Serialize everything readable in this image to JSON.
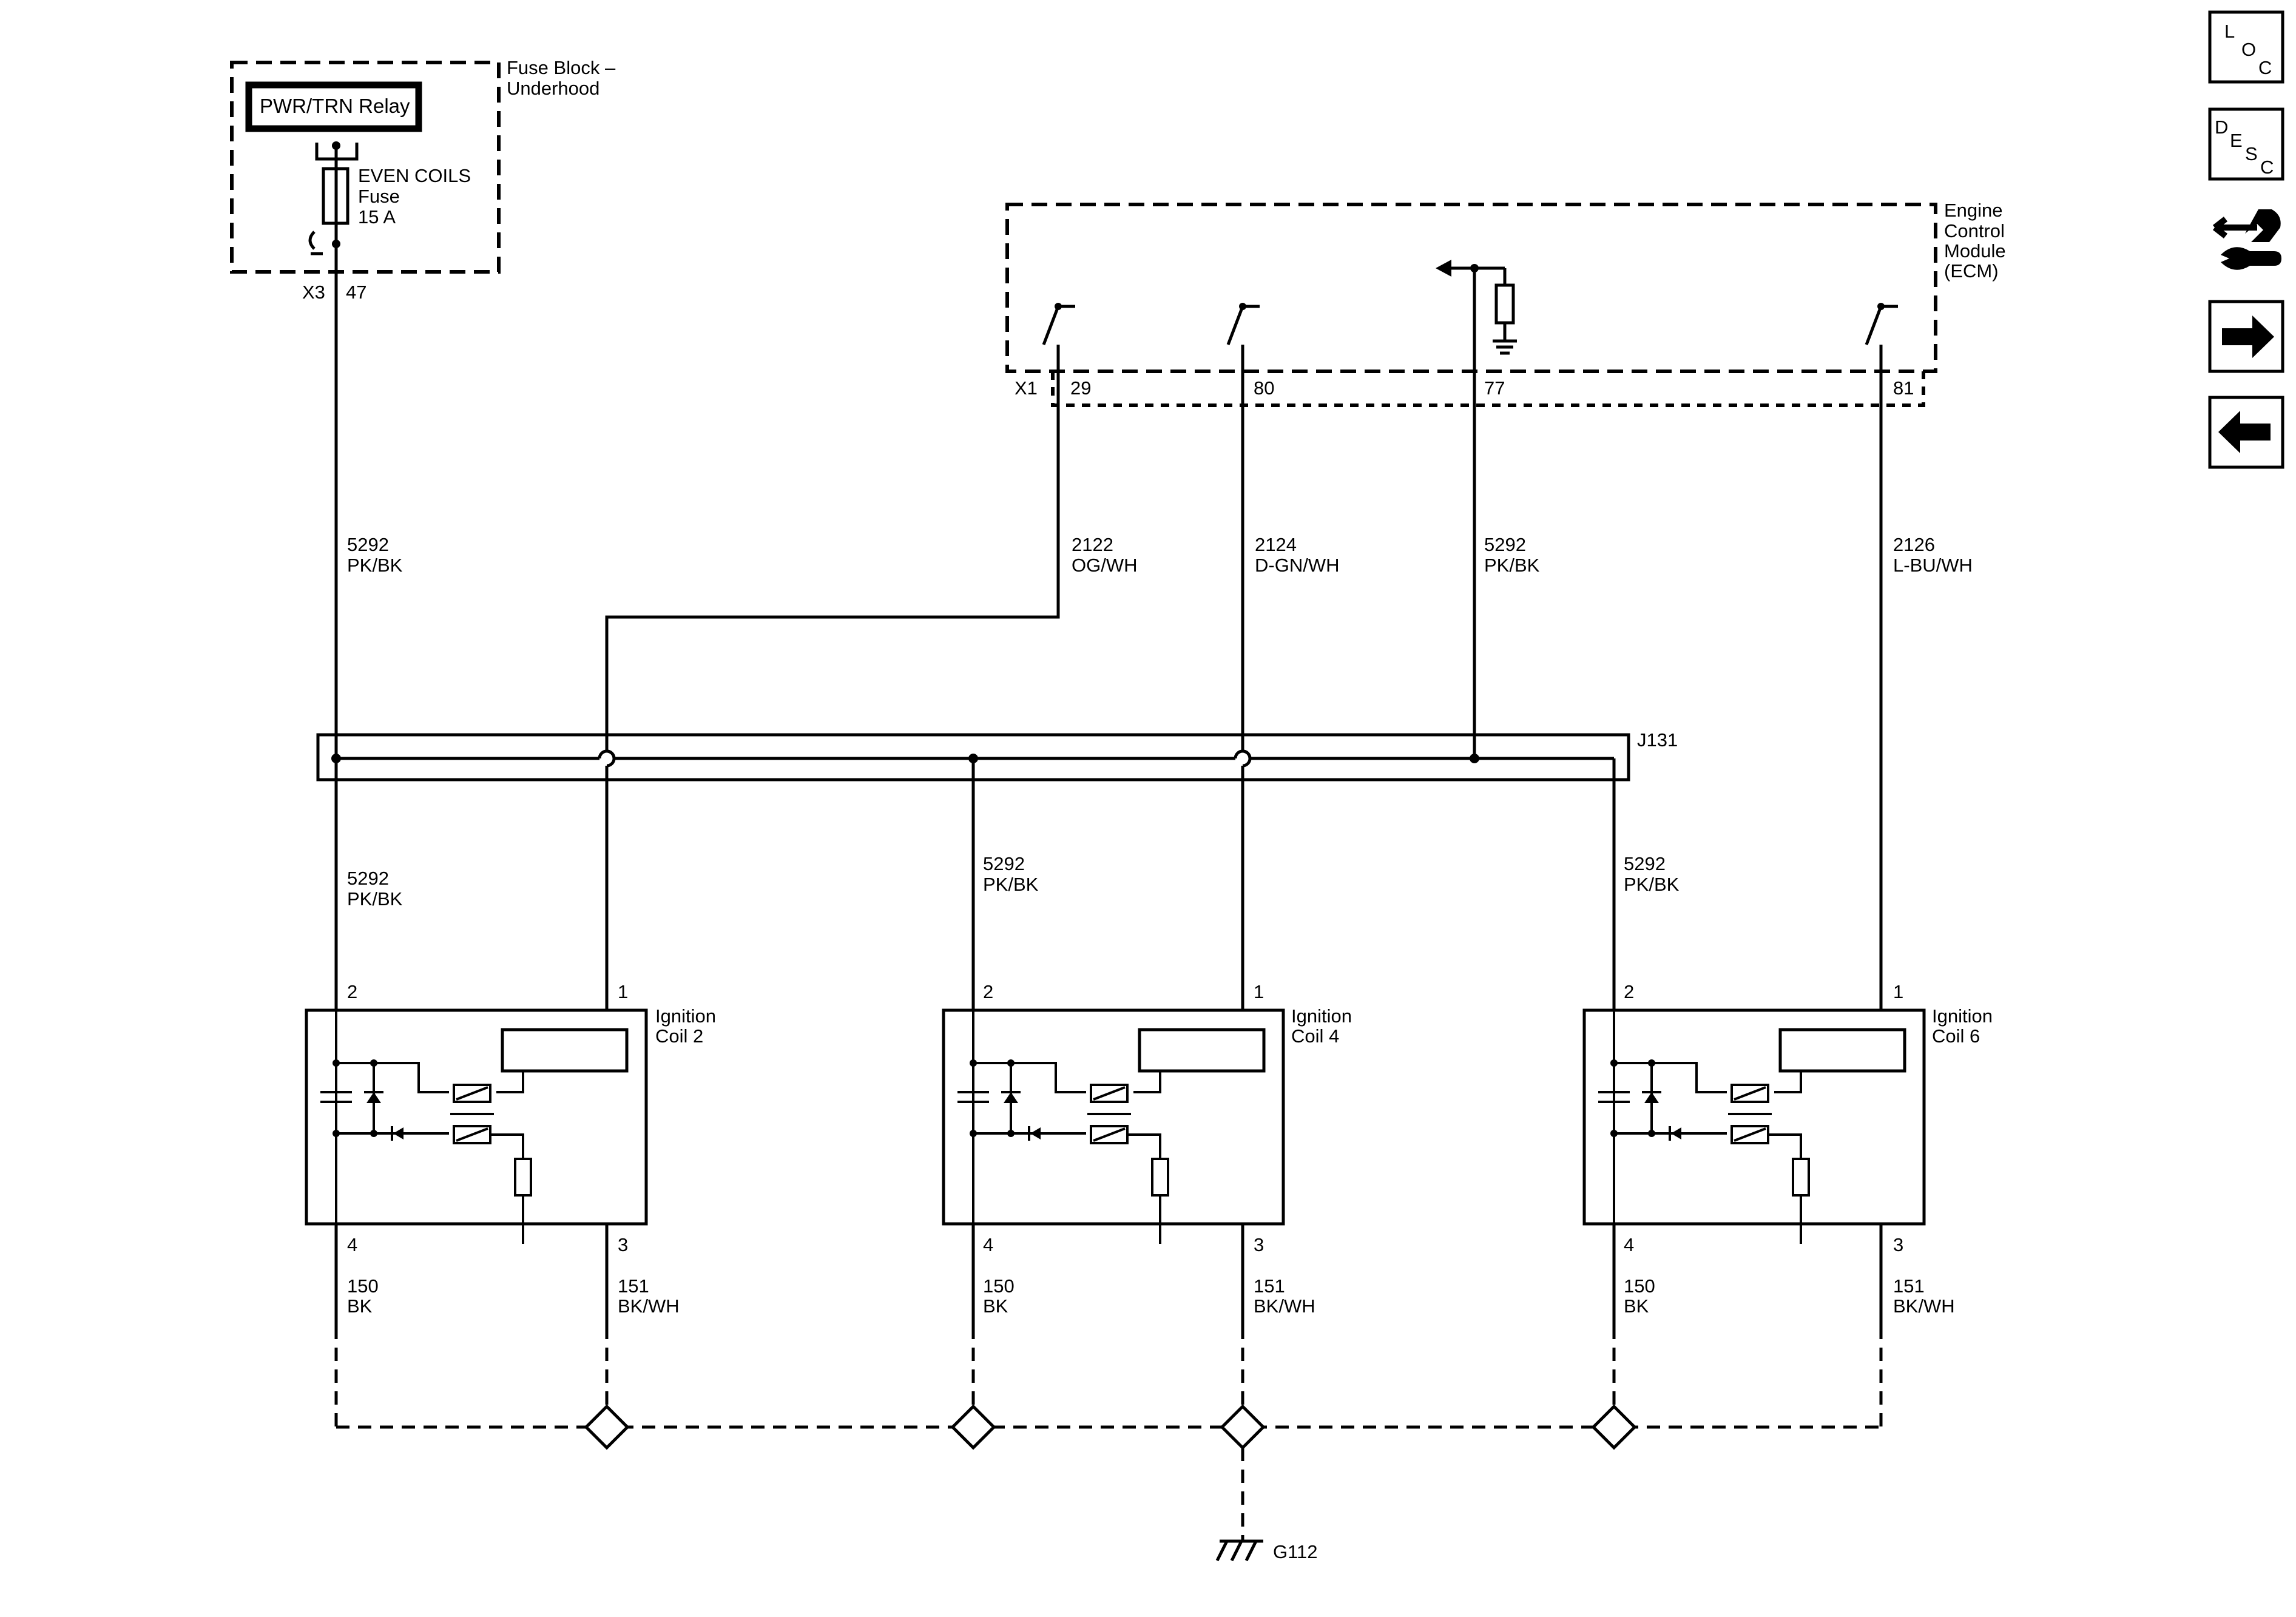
{
  "fuse_block": {
    "title_line1": "Fuse Block –",
    "title_line2": "Underhood",
    "relay_label": "PWR/TRN Relay",
    "fuse_name": "EVEN COILS",
    "fuse_word": "Fuse",
    "fuse_rating": "15 A",
    "connector": "X3",
    "pin": "47"
  },
  "ecm": {
    "title_line1": "Engine",
    "title_line2": "Control",
    "title_line3": "Module",
    "title_line4": "(ECM)",
    "connector": "X1",
    "pins": [
      "29",
      "80",
      "77",
      "81"
    ]
  },
  "wires": {
    "feed": {
      "circuit": "5292",
      "color": "PK/BK"
    },
    "ecm_29": {
      "circuit": "2122",
      "color": "OG/WH"
    },
    "ecm_80": {
      "circuit": "2124",
      "color": "D-GN/WH"
    },
    "ecm_77": {
      "circuit": "5292",
      "color": "PK/BK"
    },
    "ecm_81": {
      "circuit": "2126",
      "color": "L-BU/WH"
    },
    "coil_feed": {
      "circuit": "5292",
      "color": "PK/BK"
    },
    "ground": {
      "circuit": "150",
      "color": "BK"
    },
    "ref_ground": {
      "circuit": "151",
      "color": "BK/WH"
    }
  },
  "splice": {
    "label": "J131"
  },
  "coils": [
    {
      "name_line1": "Ignition",
      "name_line2": "Coil 2",
      "pins": [
        "2",
        "1",
        "4",
        "3"
      ]
    },
    {
      "name_line1": "Ignition",
      "name_line2": "Coil 4",
      "pins": [
        "2",
        "1",
        "4",
        "3"
      ]
    },
    {
      "name_line1": "Ignition",
      "name_line2": "Coil 6",
      "pins": [
        "2",
        "1",
        "4",
        "3"
      ]
    }
  ],
  "ground": {
    "label": "G112"
  },
  "nav": {
    "loc": [
      "L",
      "O",
      "C"
    ],
    "desc": [
      "D",
      "E",
      "S",
      "C"
    ],
    "icons": [
      "connector-repair-icon",
      "next-arrow-icon",
      "previous-arrow-icon"
    ]
  }
}
